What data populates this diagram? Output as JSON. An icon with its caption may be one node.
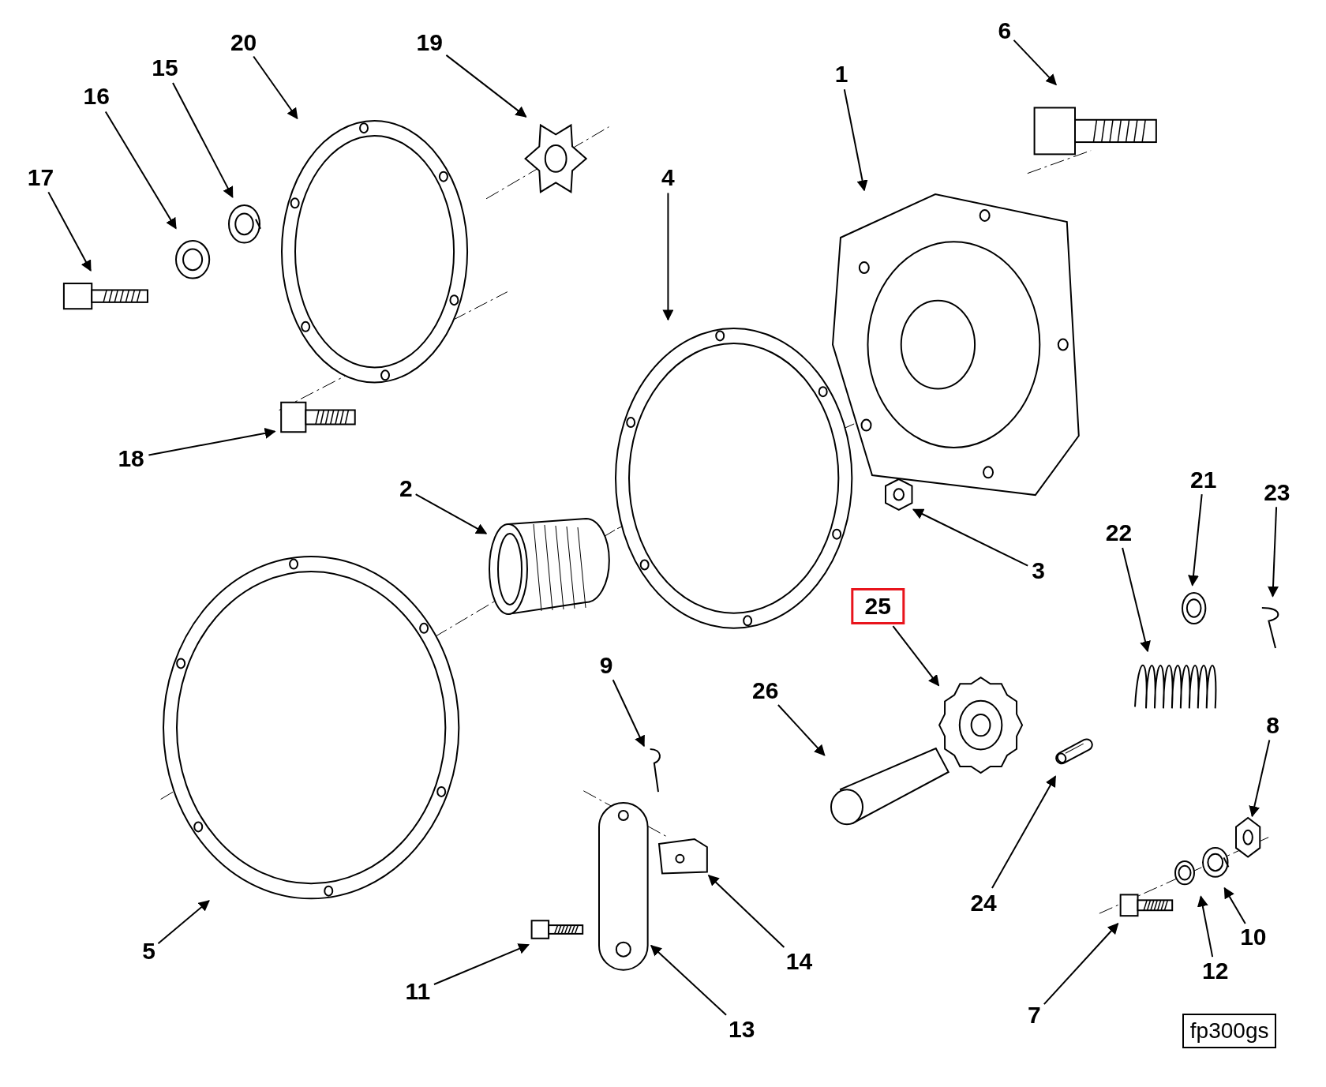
{
  "diagram": {
    "nodes": [
      {
        "text": [
          "1"
        ]
      },
      {
        "text": [
          "2"
        ]
      },
      {
        "text": [
          "3"
        ]
      },
      {
        "text": [
          "4"
        ]
      },
      {
        "text": [
          "5"
        ]
      },
      {
        "text": [
          "6"
        ]
      },
      {
        "text": [
          "7"
        ]
      },
      {
        "text": [
          "8"
        ]
      },
      {
        "text": [
          "9"
        ]
      },
      {
        "text": [
          "10"
        ]
      },
      {
        "text": [
          "11"
        ]
      },
      {
        "text": [
          "12"
        ]
      },
      {
        "text": [
          "13"
        ]
      },
      {
        "text": [
          "14"
        ]
      },
      {
        "text": [
          "15"
        ]
      },
      {
        "text": [
          "16"
        ]
      },
      {
        "text": [
          "17"
        ]
      },
      {
        "text": [
          "18"
        ]
      },
      {
        "text": [
          "19"
        ]
      },
      {
        "text": [
          "20"
        ]
      },
      {
        "text": [
          "21"
        ]
      },
      {
        "text": [
          "22"
        ]
      },
      {
        "text": [
          "23"
        ]
      },
      {
        "text": [
          "24"
        ]
      },
      {
        "text": [
          "25"
        ]
      },
      {
        "text": [
          "26"
        ]
      },
      {
        "text": [],
        "shape": "picture"
      },
      {
        "text": [],
        "shape": "picture"
      },
      {
        "text": [],
        "shape": "picture"
      },
      {
        "text": [],
        "shape": "picture"
      },
      {
        "text": [],
        "shape": "picture"
      },
      {
        "text": [],
        "shape": "picture"
      },
      {
        "text": [],
        "shape": "picture"
      },
      {
        "text": [],
        "shape": "picture"
      },
      {
        "text": [],
        "shape": "picture"
      },
      {
        "text": [],
        "shape": "picture"
      },
      {
        "text": [],
        "shape": "picture"
      },
      {
        "text": [],
        "shape": "picture"
      },
      {
        "text": [],
        "shape": "picture"
      },
      {
        "text": [],
        "shape": "picture"
      },
      {
        "text": [],
        "shape": "picture"
      },
      {
        "text": [],
        "shape": "picture"
      },
      {
        "text": [],
        "shape": "picture"
      },
      {
        "text": [],
        "shape": "picture"
      },
      {
        "text": [],
        "shape": "picture"
      },
      {
        "text": [],
        "shape": "picture"
      },
      {
        "text": [],
        "shape": "picture"
      },
      {
        "text": [],
        "shape": "picture"
      },
      {
        "text": [],
        "shape": "picture"
      },
      {
        "text": [],
        "shape": "picture"
      },
      {
        "text": [],
        "shape": "picture"
      },
      {
        "text": [],
        "shape": "picture"
      },
      {
        "text": [
          "fp300gs"
        ]
      }
    ],
    "edges": [
      {
        "from": 0,
        "to": 26,
        "arrow": "to"
      },
      {
        "from": 1,
        "to": 27,
        "arrow": "to"
      },
      {
        "from": 2,
        "to": 28,
        "arrow": "to"
      },
      {
        "from": 3,
        "to": 29,
        "arrow": "to"
      },
      {
        "from": 4,
        "to": 30,
        "arrow": "to"
      },
      {
        "from": 5,
        "to": 31,
        "arrow": "to"
      },
      {
        "from": 6,
        "to": 32,
        "arrow": "to"
      },
      {
        "from": 7,
        "to": 33,
        "arrow": "to"
      },
      {
        "from": 8,
        "to": 34,
        "arrow": "to"
      },
      {
        "from": 9,
        "to": 35,
        "arrow": "to"
      },
      {
        "from": 10,
        "to": 36,
        "arrow": "to"
      },
      {
        "from": 11,
        "to": 37,
        "arrow": "to"
      },
      {
        "from": 12,
        "to": 38,
        "arrow": "to"
      },
      {
        "from": 13,
        "to": 39,
        "arrow": "to"
      },
      {
        "from": 14,
        "to": 40,
        "arrow": "to"
      },
      {
        "from": 15,
        "to": 41,
        "arrow": "to"
      },
      {
        "from": 16,
        "to": 42,
        "arrow": "to"
      },
      {
        "from": 17,
        "to": 43,
        "arrow": "to"
      },
      {
        "from": 18,
        "to": 44,
        "arrow": "to"
      },
      {
        "from": 19,
        "to": 45,
        "arrow": "to"
      },
      {
        "from": 20,
        "to": 46,
        "arrow": "to"
      },
      {
        "from": 21,
        "to": 47,
        "arrow": "to"
      },
      {
        "from": 22,
        "to": 48,
        "arrow": "to"
      },
      {
        "from": 23,
        "to": 49,
        "arrow": "to"
      },
      {
        "from": 24,
        "to": 50,
        "arrow": "to"
      },
      {
        "from": 25,
        "to": 51,
        "arrow": "to"
      }
    ]
  }
}
